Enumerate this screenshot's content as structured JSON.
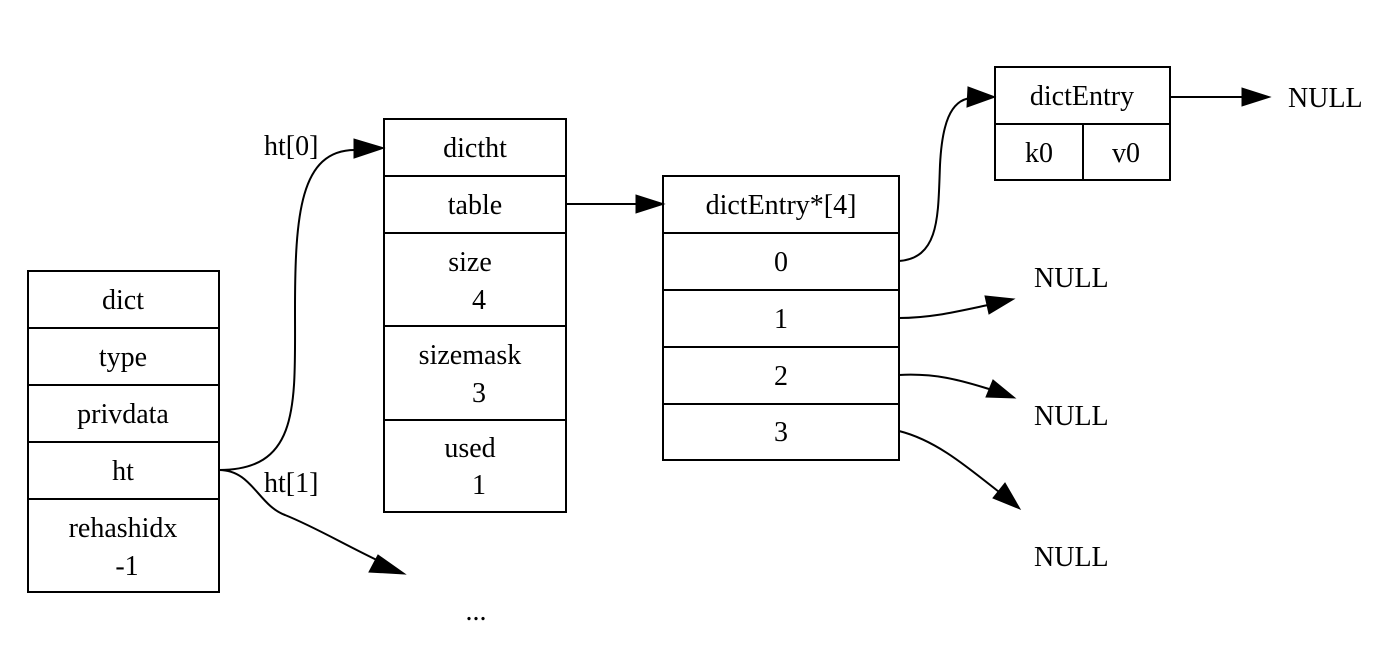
{
  "dict": {
    "fields": [
      {
        "label": "dict"
      },
      {
        "label": "type"
      },
      {
        "label": "privdata"
      },
      {
        "label": "ht"
      },
      {
        "label": "rehashidx",
        "value": "-1"
      }
    ]
  },
  "dictht": {
    "fields": [
      {
        "label": "dictht"
      },
      {
        "label": "table"
      },
      {
        "label": "size",
        "value": "4"
      },
      {
        "label": "sizemask",
        "value": "3"
      },
      {
        "label": "used",
        "value": "1"
      }
    ]
  },
  "table_array": {
    "header": "dictEntry*[4]",
    "slots": [
      "0",
      "1",
      "2",
      "3"
    ]
  },
  "dict_entry": {
    "header": "dictEntry",
    "key": "k0",
    "value": "v0"
  },
  "edge_labels": {
    "ht0": "ht[0]",
    "ht1": "ht[1]"
  },
  "null_labels": {
    "entry_next": "NULL",
    "slot1": "NULL",
    "slot2": "NULL",
    "slot3": "NULL"
  },
  "ellipsis": "..."
}
